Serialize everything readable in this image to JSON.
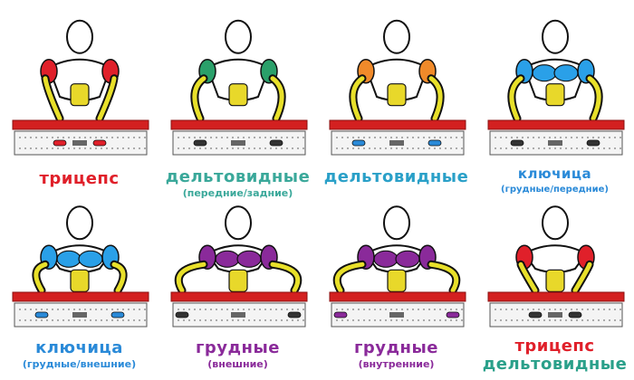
{
  "panels": [
    {
      "line1": "трицепс",
      "line2": "",
      "c1": "#e0202a",
      "c2": "#e0202a",
      "muscle": "#e0202a",
      "arms": "#e8e02a",
      "chest": "none",
      "handles": "#e0202a",
      "style": "narrow"
    },
    {
      "line1": "дельтовидные",
      "line2": "(передние/задние)",
      "c1": "#3aa89a",
      "c2": "#3aa89a",
      "muscle": "#2aa06a",
      "arms": "#e8e02a",
      "chest": "none",
      "handles": "#333333",
      "style": "wide"
    },
    {
      "line1": "дельтовидные",
      "line2": "",
      "c1": "#2aa0c8",
      "c2": "#2aa0c8",
      "muscle": "#f08a2a",
      "arms": "#e8e02a",
      "chest": "none",
      "handles": "#2a8ad8",
      "style": "wide"
    },
    {
      "line1": "ключица",
      "line2": "(грудные/передние)",
      "c1": "#2a8ad8",
      "c2": "#2a8ad8",
      "muscle": "#2aa0e8",
      "arms": "#e8e02a",
      "chest": "#2aa0e8",
      "handles": "#333333",
      "style": "wide"
    },
    {
      "line1": "ключица",
      "line2": "(грудные/внешние)",
      "c1": "#2a8ad8",
      "c2": "#2a8ad8",
      "muscle": "#2aa0e8",
      "arms": "#e8e02a",
      "chest": "#2aa0e8",
      "handles": "#2a8ad8",
      "style": "wide"
    },
    {
      "line1": "грудные",
      "line2": "(внешние)",
      "c1": "#8a2a9a",
      "c2": "#8a2a9a",
      "muscle": "#8a2a9a",
      "arms": "#e8e02a",
      "chest": "#8a2a9a",
      "handles": "#333333",
      "style": "widest"
    },
    {
      "line1": "грудные",
      "line2": "(внутренние)",
      "c1": "#8a2a9a",
      "c2": "#8a2a9a",
      "muscle": "#8a2a9a",
      "arms": "#e8e02a",
      "chest": "#8a2a9a",
      "handles": "#8a2a9a",
      "style": "widest"
    },
    {
      "line1": "трицепс",
      "line2": "дельтовидные",
      "c1": "#e0202a",
      "c2": "#2aa08a",
      "muscle": "#e0202a",
      "arms": "#e8e02a",
      "chest": "none",
      "handles": "#333333",
      "style": "narrow"
    }
  ]
}
